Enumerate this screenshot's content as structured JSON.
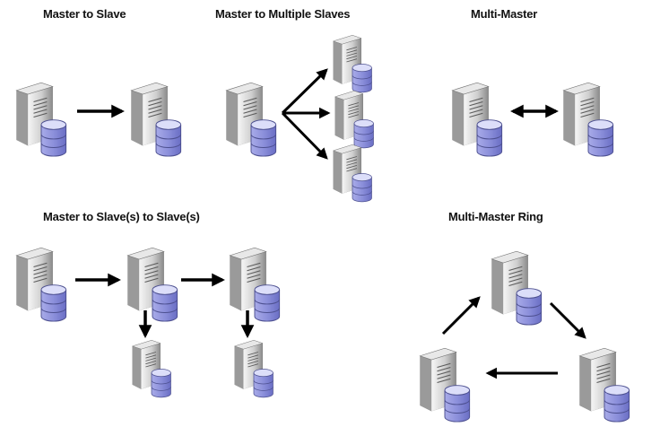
{
  "titles": {
    "master_to_slave": "Master to Slave",
    "master_to_multiple_slaves": "Master to Multiple Slaves",
    "multi_master": "Multi-Master",
    "master_to_slaves_chain": "Master to Slave(s) to Slave(s)",
    "multi_master_ring": "Multi-Master Ring"
  },
  "colors": {
    "server_light": "#f4f4f4",
    "server_mid": "#b5b5b5",
    "server_dark": "#555555",
    "db_top": "#d7d9f7",
    "db_body": "#8f93dc",
    "db_stroke": "#4d5090",
    "arrow": "#000000"
  }
}
